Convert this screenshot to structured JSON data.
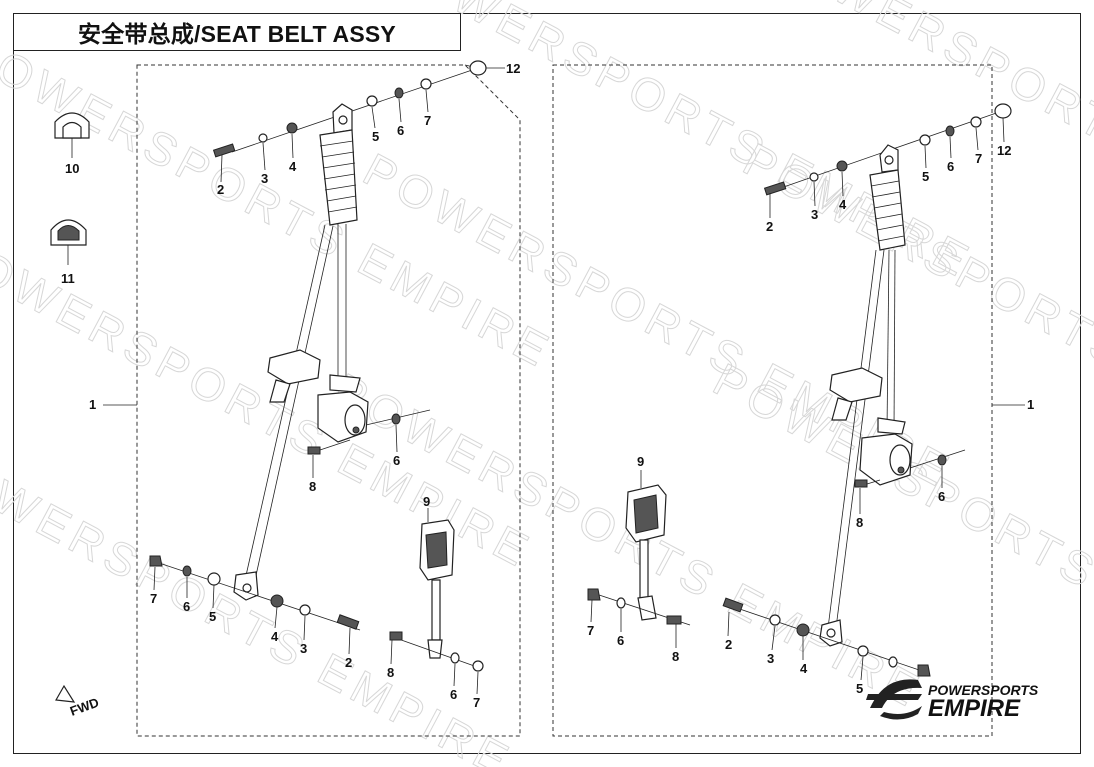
{
  "title": "安全带总成/SEAT BELT ASSY",
  "watermark": "POWERSPORTS EMPIRE",
  "fwd_label": "FWD",
  "brand": {
    "line1": "POWERSPORTS",
    "line2": "EMPIRE"
  },
  "callouts": {
    "p10": "10",
    "p11": "11",
    "l1": "1",
    "l2": "2",
    "l3": "3",
    "l4": "4",
    "l5": "5",
    "l6": "6",
    "l7": "7",
    "l12": "12",
    "l6b": "6",
    "l8": "8",
    "l9": "9",
    "l7c": "7",
    "l6c": "6",
    "l5c": "5",
    "l4c": "4",
    "l3c": "3",
    "l2c": "2",
    "l8d": "8",
    "l6d": "6",
    "l7d": "7",
    "r1": "1",
    "r2": "2",
    "r3": "3",
    "r4": "4",
    "r5": "5",
    "r6": "6",
    "r7": "7",
    "r12": "12",
    "r6b": "6",
    "r8": "8",
    "r9": "9",
    "r7c": "7",
    "r6c": "6",
    "r8c": "8",
    "r2d": "2",
    "r3d": "3",
    "r4d": "4",
    "r5d": "5"
  }
}
